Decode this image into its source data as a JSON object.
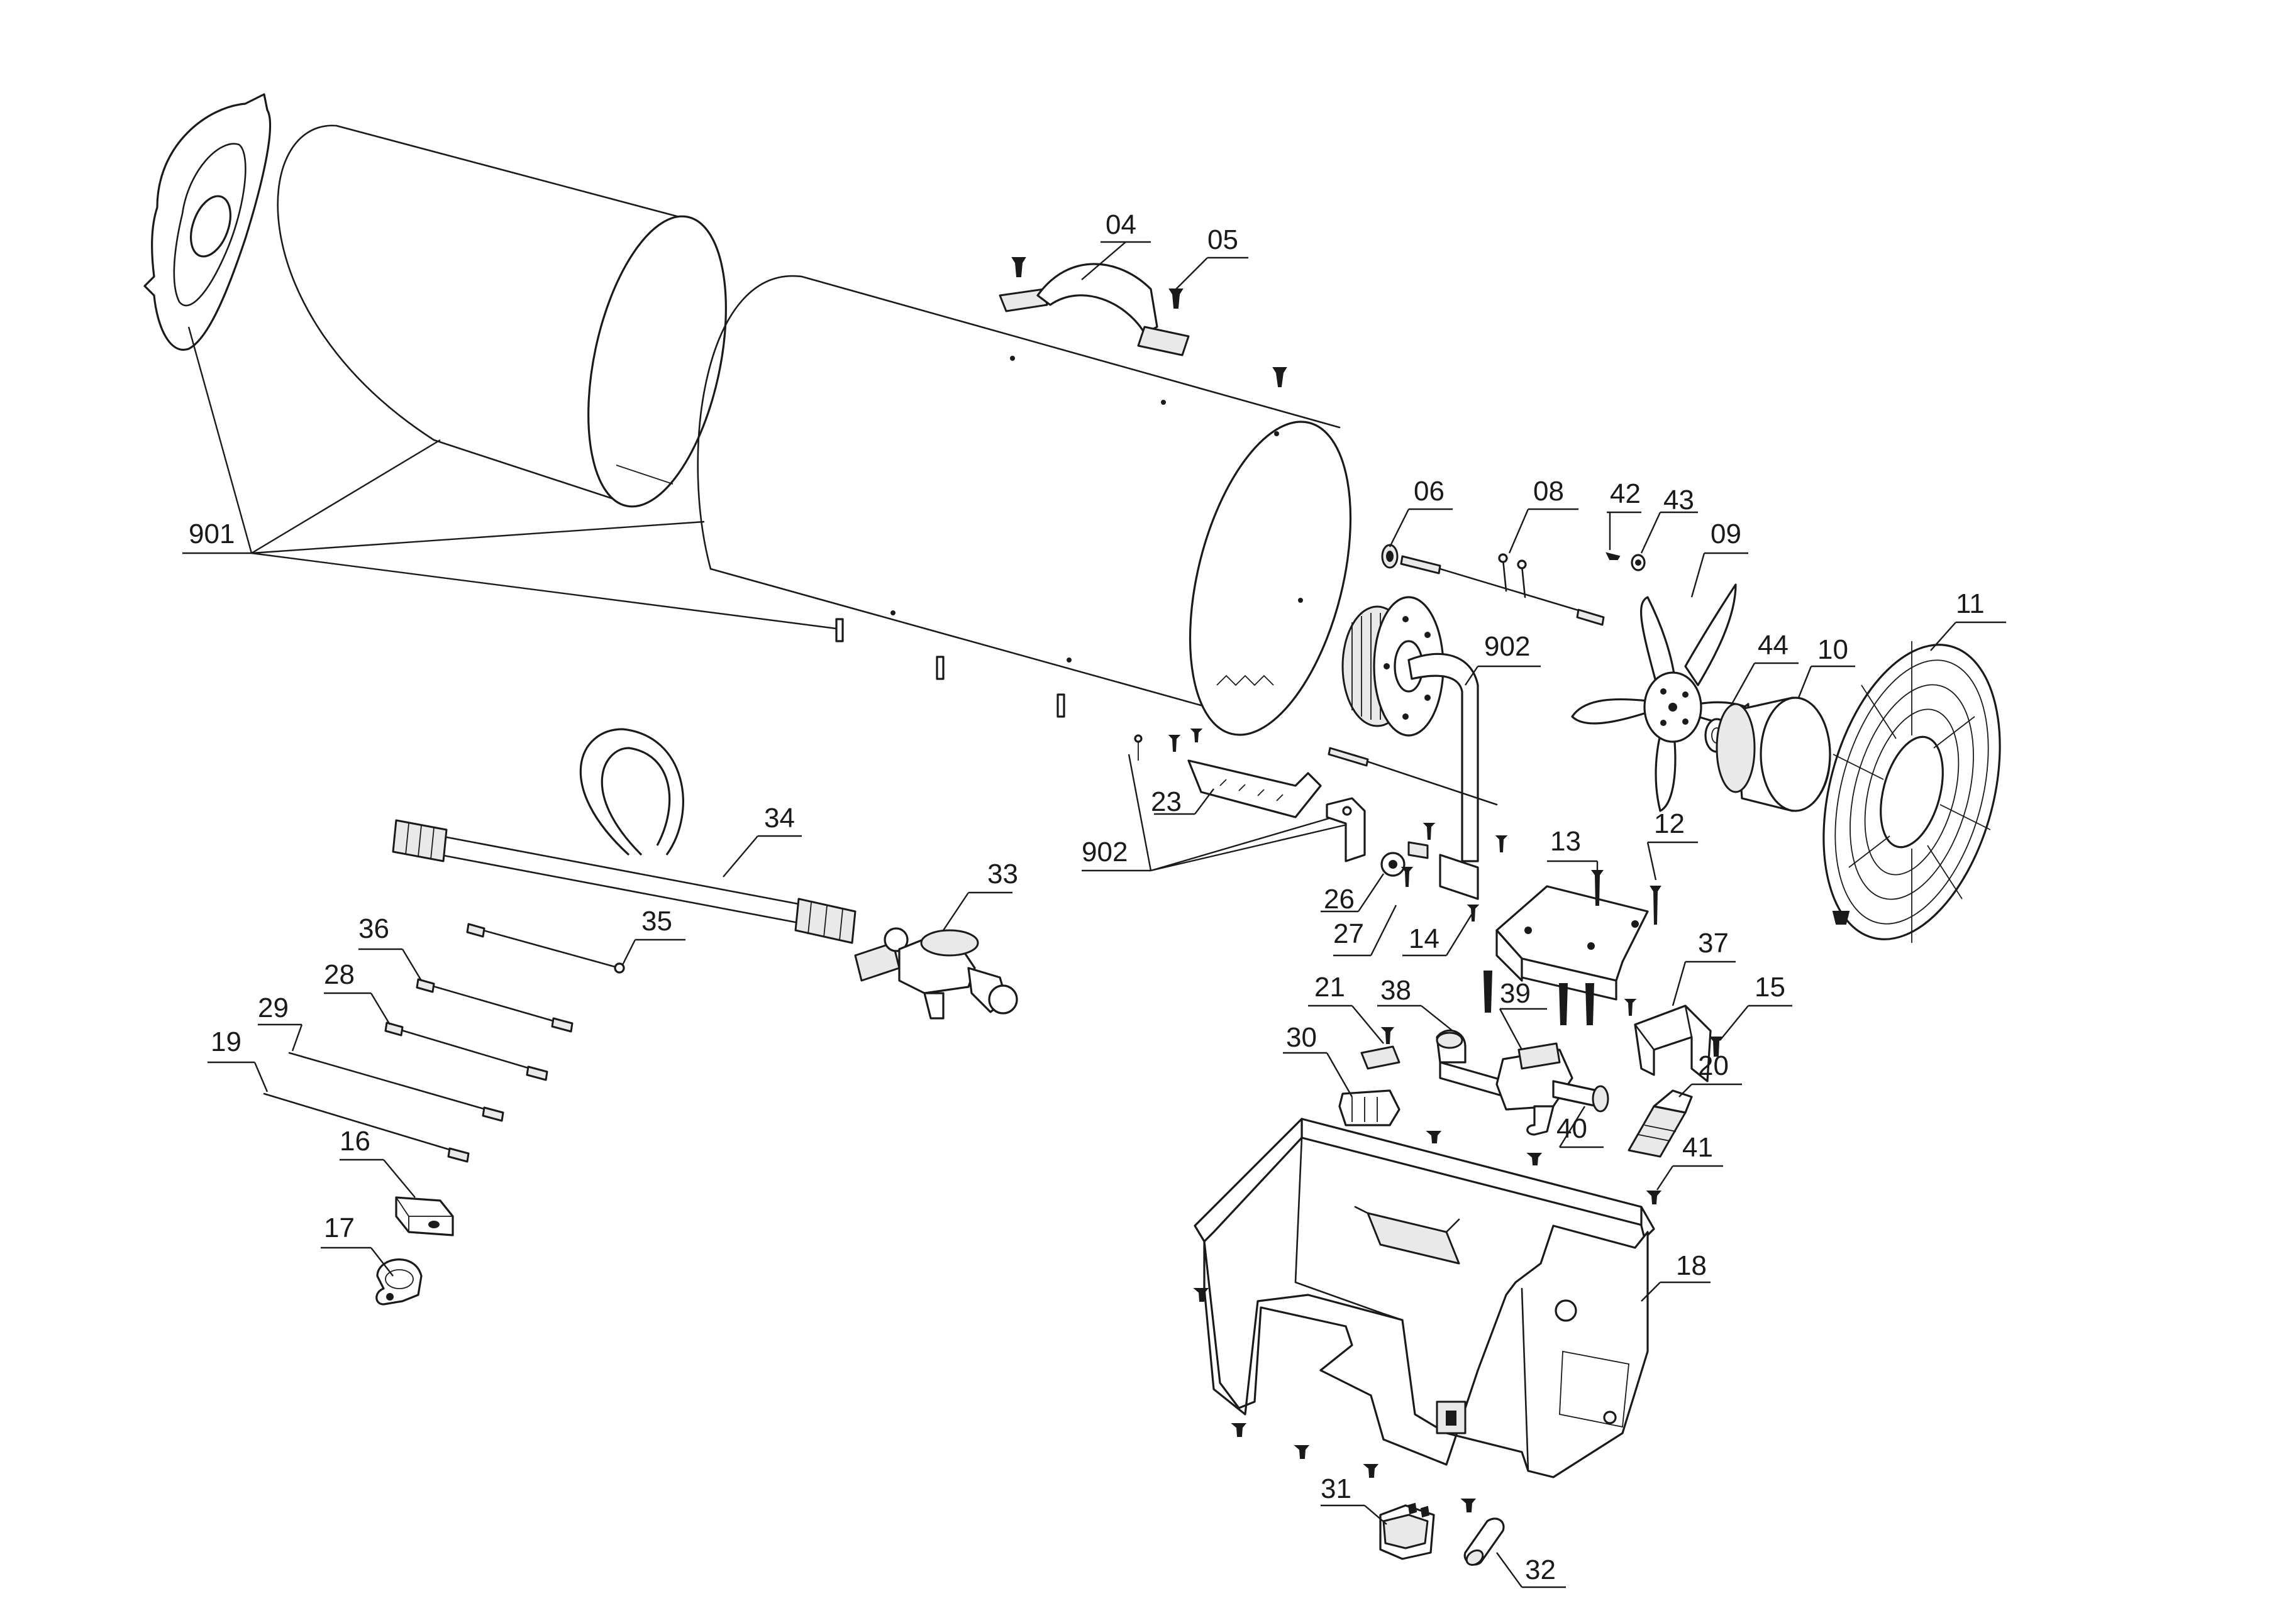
{
  "callouts": [
    {
      "id": "c901",
      "text": "901"
    },
    {
      "id": "c04",
      "text": "04"
    },
    {
      "id": "c05",
      "text": "05"
    },
    {
      "id": "c06",
      "text": "06"
    },
    {
      "id": "c08",
      "text": "08"
    },
    {
      "id": "c42",
      "text": "42"
    },
    {
      "id": "c43",
      "text": "43"
    },
    {
      "id": "c09",
      "text": "09"
    },
    {
      "id": "c902a",
      "text": "902"
    },
    {
      "id": "c44",
      "text": "44"
    },
    {
      "id": "c10",
      "text": "10"
    },
    {
      "id": "c11",
      "text": "11"
    },
    {
      "id": "c34",
      "text": "34"
    },
    {
      "id": "c23",
      "text": "23"
    },
    {
      "id": "c902b",
      "text": "902"
    },
    {
      "id": "c13",
      "text": "13"
    },
    {
      "id": "c12",
      "text": "12"
    },
    {
      "id": "c33",
      "text": "33"
    },
    {
      "id": "c26",
      "text": "26"
    },
    {
      "id": "c36",
      "text": "36"
    },
    {
      "id": "c35",
      "text": "35"
    },
    {
      "id": "c27",
      "text": "27"
    },
    {
      "id": "c28",
      "text": "28"
    },
    {
      "id": "c14",
      "text": "14"
    },
    {
      "id": "c37",
      "text": "37"
    },
    {
      "id": "c29",
      "text": "29"
    },
    {
      "id": "c21",
      "text": "21"
    },
    {
      "id": "c19",
      "text": "19"
    },
    {
      "id": "c15",
      "text": "15"
    },
    {
      "id": "c38",
      "text": "38"
    },
    {
      "id": "c30",
      "text": "30"
    },
    {
      "id": "c39",
      "text": "39"
    },
    {
      "id": "c16",
      "text": "16"
    },
    {
      "id": "c20",
      "text": "20"
    },
    {
      "id": "c40",
      "text": "40"
    },
    {
      "id": "c17",
      "text": "17"
    },
    {
      "id": "c41",
      "text": "41"
    },
    {
      "id": "c18",
      "text": "18"
    },
    {
      "id": "c31",
      "text": "31"
    },
    {
      "id": "c32",
      "text": "32"
    }
  ]
}
